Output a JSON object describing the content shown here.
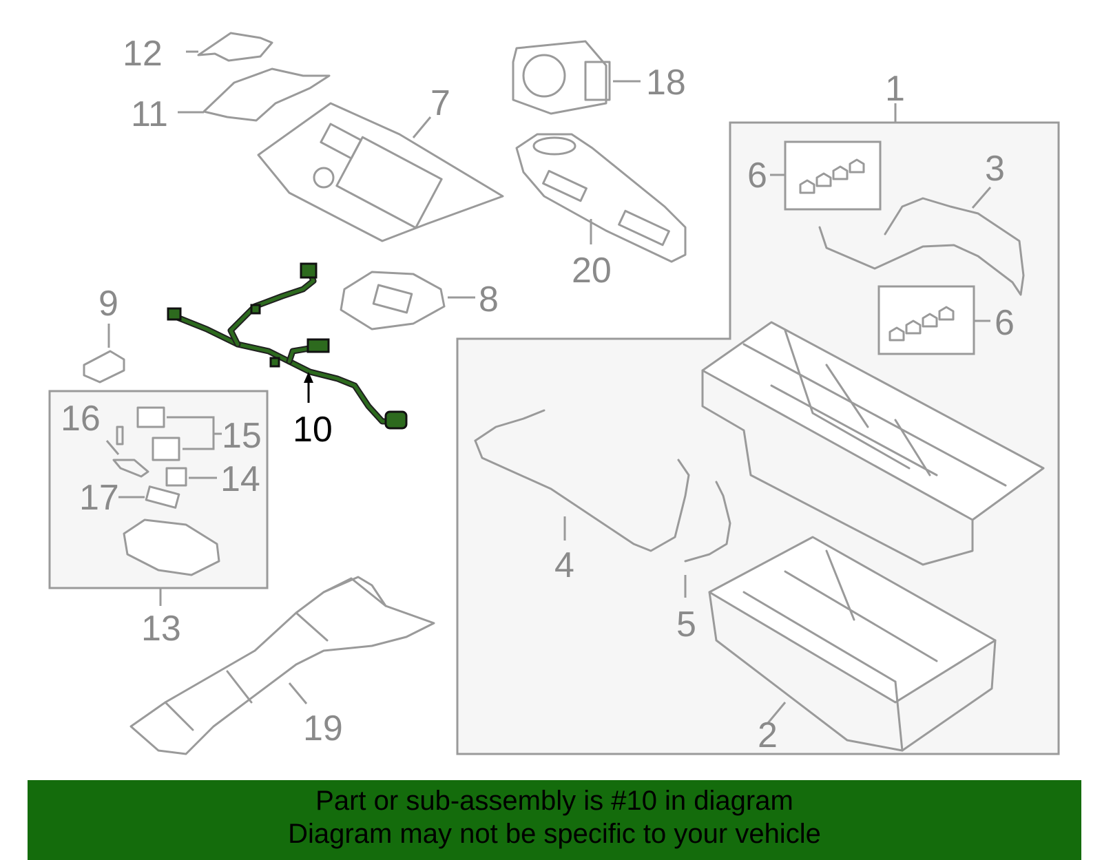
{
  "labels": {
    "p1": "1",
    "p2": "2",
    "p3": "3",
    "p4": "4",
    "p5": "5",
    "p6a": "6",
    "p6b": "6",
    "p7": "7",
    "p8": "8",
    "p9": "9",
    "p10": "10",
    "p11": "11",
    "p12": "12",
    "p13": "13",
    "p14": "14",
    "p15": "15",
    "p16": "16",
    "p17": "17",
    "p18": "18",
    "p19": "19",
    "p20": "20"
  },
  "highlight_part": "10",
  "colors": {
    "banner": "#146c0c",
    "highlight": "#2d6a1e",
    "linework": "#9a9a9a"
  },
  "banner": {
    "line1": "Part or sub-assembly is #10 in diagram",
    "line2": "Diagram may not be specific to your vehicle"
  }
}
